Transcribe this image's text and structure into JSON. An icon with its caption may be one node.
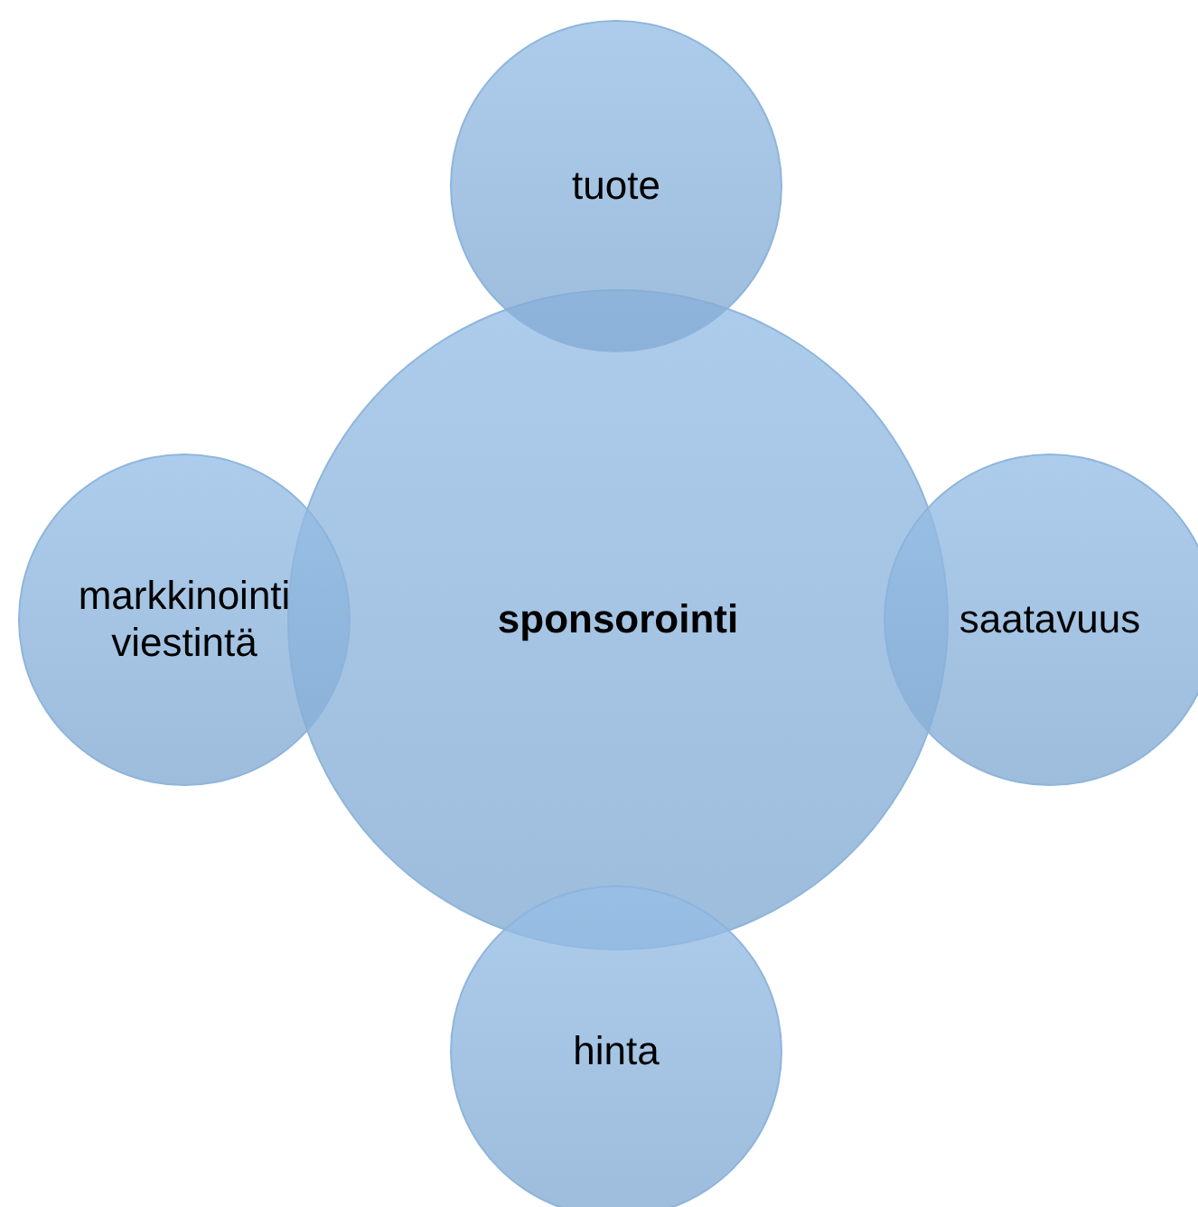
{
  "diagram": {
    "nodes": [
      {
        "text": [
          "tuote"
        ]
      },
      {
        "text": [
          "markkinointiviestintä"
        ]
      },
      {
        "text": [
          "sponsorointi"
        ]
      },
      {
        "text": [
          "saatavuus"
        ]
      },
      {
        "text": [
          "hinta"
        ]
      }
    ]
  }
}
